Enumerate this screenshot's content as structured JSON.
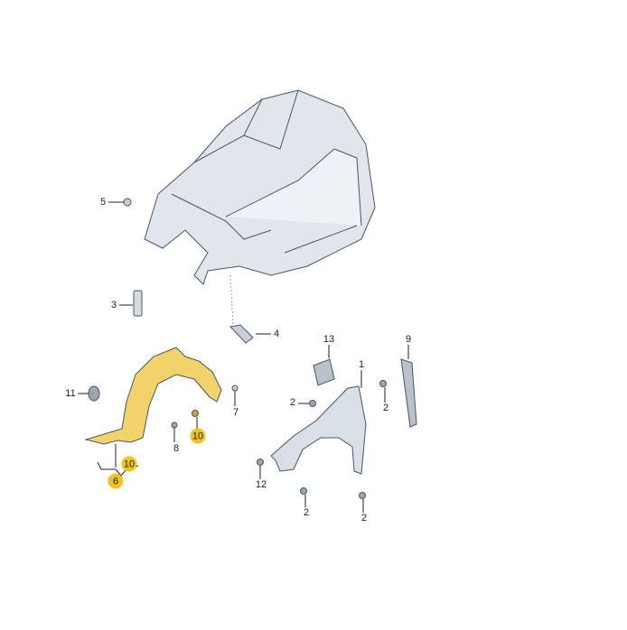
{
  "colors": {
    "highlight": "#f0c419",
    "liner": "#f2d36a",
    "body": "#dde3ea",
    "outline": "#4a5560"
  },
  "callouts": [
    {
      "id": "c5",
      "text": "5",
      "highlighted": false
    },
    {
      "id": "c3",
      "text": "3",
      "highlighted": false
    },
    {
      "id": "c4",
      "text": "4",
      "highlighted": false
    },
    {
      "id": "c13",
      "text": "13",
      "highlighted": false
    },
    {
      "id": "c1",
      "text": "1",
      "highlighted": false
    },
    {
      "id": "c9",
      "text": "9",
      "highlighted": false
    },
    {
      "id": "c11",
      "text": "11",
      "highlighted": false
    },
    {
      "id": "c2a",
      "text": "2",
      "highlighted": false
    },
    {
      "id": "c2b",
      "text": "2",
      "highlighted": false
    },
    {
      "id": "c7",
      "text": "7",
      "highlighted": false
    },
    {
      "id": "c10a",
      "text": "10",
      "highlighted": true
    },
    {
      "id": "c8",
      "text": "8",
      "highlighted": false
    },
    {
      "id": "c10b",
      "text": "10",
      "highlighted": true
    },
    {
      "id": "c6",
      "text": "6",
      "highlighted": true
    },
    {
      "id": "c12",
      "text": "12",
      "highlighted": false
    },
    {
      "id": "c2c",
      "text": "2",
      "highlighted": false
    },
    {
      "id": "c2d",
      "text": "2",
      "highlighted": false
    }
  ]
}
